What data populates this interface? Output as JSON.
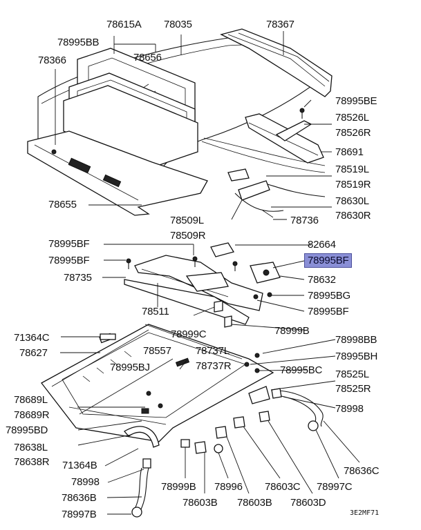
{
  "diagram_code": "3E2MF71",
  "highlight_part": "78995BF",
  "labels": {
    "p78615A": "78615A",
    "p78035": "78035",
    "p78367": "78367",
    "p78995BB": "78995BB",
    "p78656": "78656",
    "p78366": "78366",
    "p78995BE": "78995BE",
    "p78526L": "78526L",
    "p78526R": "78526R",
    "p78691": "78691",
    "p78519L": "78519L",
    "p78519R": "78519R",
    "p78655": "78655",
    "p78630L": "78630L",
    "p78630R": "78630R",
    "p78509L": "78509L",
    "p78509R": "78509R",
    "p78736": "78736",
    "p78995BF_a": "78995BF",
    "p82664": "82664",
    "p78995BF_b": "78995BF",
    "p78995BF_hl": "78995BF",
    "p78735": "78735",
    "p78632": "78632",
    "p78995BG": "78995BG",
    "p78511": "78511",
    "p78995BF_c": "78995BF",
    "p78999C": "78999C",
    "p78999B_a": "78999B",
    "p71364C": "71364C",
    "p78998BB": "78998BB",
    "p78627": "78627",
    "p78557": "78557",
    "p78737L": "78737L",
    "p78995BH": "78995BH",
    "p78995BJ": "78995BJ",
    "p78737R": "78737R",
    "p78995BC": "78995BC",
    "p78525L": "78525L",
    "p78525R": "78525R",
    "p78689L": "78689L",
    "p78689R": "78689R",
    "p78998_a": "78998",
    "p78995BD": "78995BD",
    "p78638L": "78638L",
    "p78638R": "78638R",
    "p71364B": "71364B",
    "p78636C": "78636C",
    "p78998_b": "78998",
    "p78997C": "78997C",
    "p78636B": "78636B",
    "p78999B_b": "78999B",
    "p78996": "78996",
    "p78603C": "78603C",
    "p78997B": "78997B",
    "p78603B_a": "78603B",
    "p78603B_b": "78603B",
    "p78603D": "78603D"
  }
}
